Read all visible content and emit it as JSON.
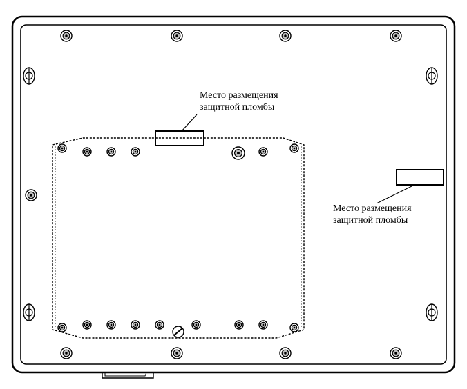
{
  "labels": {
    "seal_top": {
      "line1": "Место размещения",
      "line2": "защитной пломбы"
    },
    "seal_right": {
      "line1": "Место размещения",
      "line2": "защитной пломбы"
    }
  },
  "colors": {
    "stroke": "#000000",
    "screw_fill": "#bdbdbd",
    "background": "#ffffff"
  }
}
